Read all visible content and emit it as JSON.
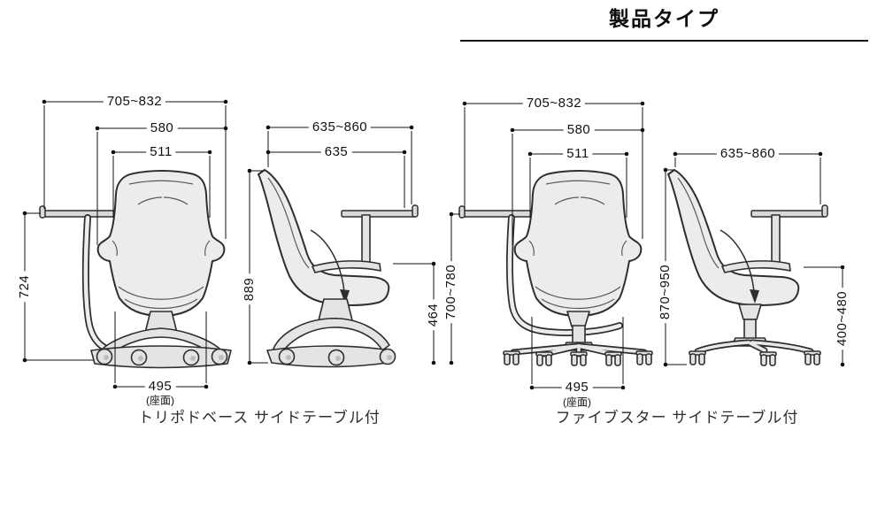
{
  "title": "製品タイプ",
  "products": {
    "left": {
      "label": "トリポドベース サイドテーブル付",
      "dims": {
        "overall_width": "705~832",
        "back_width": "580",
        "shell_width": "511",
        "table_height": "724",
        "depth_range": "635~860",
        "table_depth": "635",
        "total_height": "889",
        "seat_height": "464",
        "seat_width": "495",
        "seat_note": "(座面)"
      }
    },
    "right": {
      "label": "ファイブスター サイドテーブル付",
      "dims": {
        "overall_width": "705~832",
        "back_width": "580",
        "shell_width": "511",
        "table_height_range": "700~780",
        "depth_range": "635~860",
        "total_height_range": "870~950",
        "seat_height_range": "400~480",
        "seat_width": "495",
        "seat_note": "(座面)"
      }
    }
  },
  "colors": {
    "line": "#111111",
    "shell_fill": "#ececec",
    "background": "#ffffff"
  }
}
